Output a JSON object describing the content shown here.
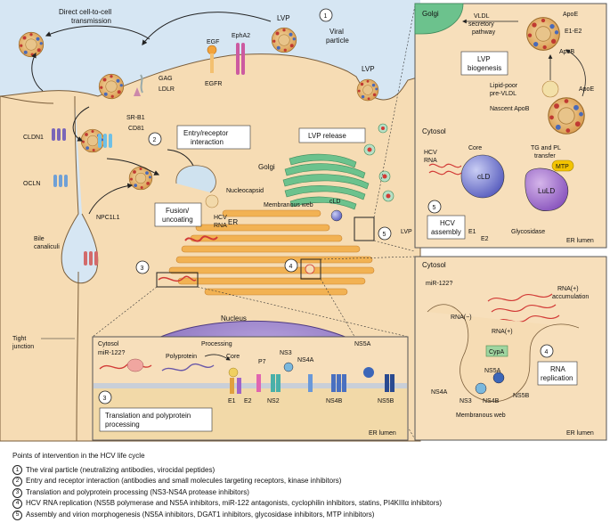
{
  "labels": {
    "direct_transmission": [
      "Direct cell-to-cell",
      "transmission"
    ],
    "lvp_top": "LVP",
    "viral_particle": [
      "Viral",
      "particle"
    ],
    "egf": "EGF",
    "epha2": "EphA2",
    "egfr": "EGFR",
    "gag": "GAG",
    "ldlr": "LDLR",
    "srb1": "SR-B1",
    "cd81": "CD81",
    "cldn1": "CLDN1",
    "ocln": "OCLN",
    "entry": [
      "Entry/receptor",
      "interaction"
    ],
    "fusion": [
      "Fusion/",
      "uncoating"
    ],
    "nucleocapsid": "Nucleocapsid",
    "hcv_rna": [
      "HCV",
      "RNA"
    ],
    "npc1l1": "NPC1L1",
    "bile": [
      "Bile",
      "canaliculi"
    ],
    "tight_junction": [
      "Tight",
      "junction"
    ],
    "lvp_release": "LVP release",
    "lvp_bud": "LVP",
    "golgi": "Golgi",
    "membranous_web": "Membranous web",
    "er": "ER",
    "cld": "cLD",
    "lvp_right": "LVP",
    "nucleus": "Nucleus"
  },
  "panel_top": {
    "golgi": "Golgi",
    "vldl": [
      "VLDL",
      "secretory",
      "pathway"
    ],
    "apoe1": "ApoE",
    "e1e2": "E1-E2",
    "apob": "ApoB",
    "lvp_biogenesis": [
      "LVP",
      "biogenesis"
    ],
    "lipid_poor": [
      "Lipid-poor",
      "pre-VLDL"
    ],
    "nascent_apob": "Nascent ApoB",
    "apoe2": "ApoE",
    "cytosol": "Cytosol",
    "core": "Core",
    "hcv_rna": [
      "HCV",
      "RNA"
    ],
    "tg_pl": [
      "TG and PL",
      "transfer"
    ],
    "mtp": "MTP",
    "cld": "cLD",
    "lu_ld": "LuLD",
    "hcv_assembly": [
      "HCV",
      "assembly"
    ],
    "e1": "E1",
    "e2": "E2",
    "glycosidase": "Glycosidase",
    "er_lumen": "ER lumen"
  },
  "panel_mid": {
    "cytosol": "Cytosol",
    "mir122": "miR-122?",
    "rna_plus_acc": [
      "RNA(+)",
      "accumulation"
    ],
    "rna_minus": "RNA(−)",
    "rna_plus": "RNA(+)",
    "cypa": "CypA",
    "rna_replication": [
      "RNA",
      "replication"
    ],
    "ns5a": "NS5A",
    "ns4a": "NS4A",
    "ns3": "NS3",
    "ns4b": "NS4B",
    "ns5b": "NS5B",
    "membranous_web": "Membranous web",
    "er_lumen": "ER lumen"
  },
  "panel_bottom": {
    "cytosol": "Cytosol",
    "mir122": "miR-122?",
    "processing": "Processing",
    "polyprotein": "Polyprotein",
    "core": "Core",
    "ns3": "NS3",
    "ns4a": "NS4A",
    "ns5a": "NS5A",
    "p7": "P7",
    "e1": "E1",
    "e2": "E2",
    "ns2": "NS2",
    "ns4b": "NS4B",
    "ns5b": "NS5B",
    "translation": [
      "Translation and polyprotein",
      "processing"
    ],
    "er_lumen": "ER lumen"
  },
  "markers": [
    "1",
    "2",
    "3",
    "4",
    "5"
  ],
  "legend": {
    "title": "Points of intervention in the HCV life cycle",
    "items": [
      {
        "num": "1",
        "text": "The viral particle (neutralizing antibodies, virocidal peptides)"
      },
      {
        "num": "2",
        "text": "Entry and receptor interaction (antibodies and small molecules targeting receptors, kinase inhibitors)"
      },
      {
        "num": "3",
        "text": "Translation and polyprotein processing (NS3-NS4A protease inhibitors)"
      },
      {
        "num": "4",
        "text": "HCV RNA replication (NS5B polymerase and NS5A inhibitors, miR-122 antagonists, cyclophilin inhibitors, statins, PI4KIIIα inhibitors)"
      },
      {
        "num": "5",
        "text": "Assembly and virion morphogenesis (NS5A inhibitors, DGAT1 inhibitors, glycosidase inhibitors, MTP inhibitors)"
      }
    ]
  },
  "colors": {
    "extracellular": "#d6e6f3",
    "cytoplasm": "#f6dcb4",
    "panel_bg": "#f7dfbb",
    "nucleus": "#8a6fb8",
    "er": "#f2b253",
    "golgi": "#6cc28d",
    "rna": "#d23a36",
    "panel_border": "#555555"
  }
}
